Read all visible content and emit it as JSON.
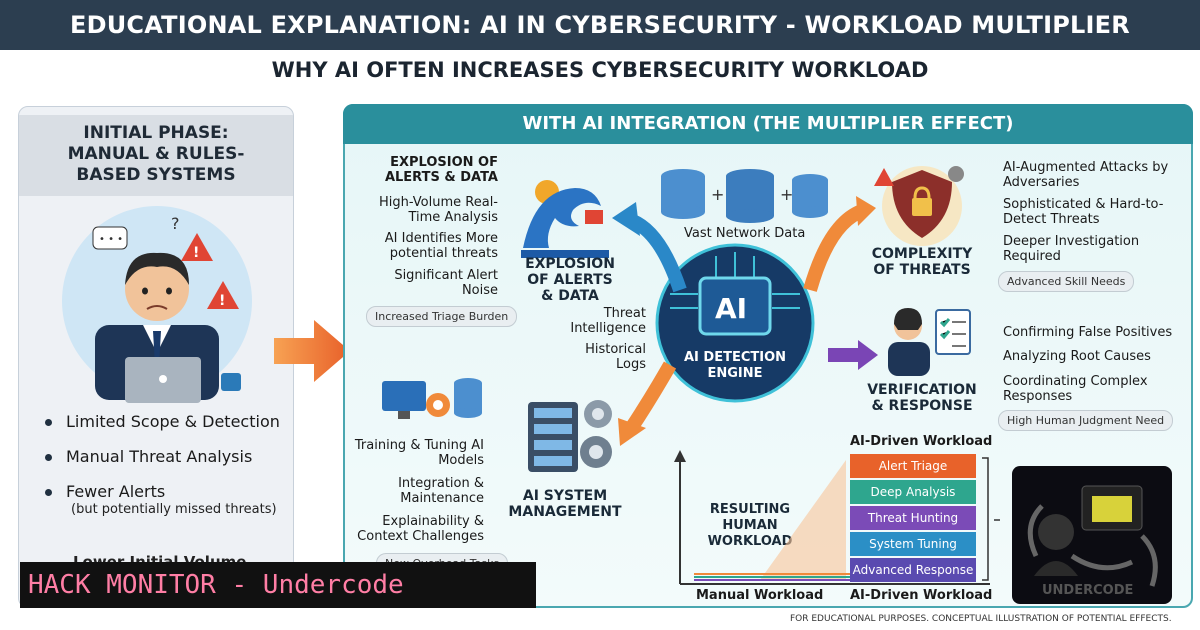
{
  "title": "EDUCATIONAL EXPLANATION: AI IN CYBERSECURITY - WORKLOAD MULTIPLIER",
  "subtitle": "WHY AI OFTEN INCREASES CYBERSECURITY WORKLOAD",
  "left": {
    "title": [
      "INITIAL PHASE:",
      "MANUAL & RULES-",
      "BASED SYSTEMS"
    ],
    "bullets": [
      "Limited Scope & Detection",
      "Manual Threat Analysis",
      "Fewer Alerts"
    ],
    "bullet_note": "(but potentially missed threats)",
    "cut_text": "Lower Initial Volume"
  },
  "right": {
    "header": "WITH AI INTEGRATION (THE MULTIPLIER EFFECT)",
    "alerts_labels": [
      "EXPLOSION OF ALERTS & DATA",
      "High-Volume Real-Time Analysis",
      "AI Identifies More potential threats",
      "Significant Alert Noise"
    ],
    "alerts_tag": "Increased Triage Burden",
    "alerts_center": "EXPLOSION OF ALERTS & DATA",
    "network_data": "Vast Network Data",
    "threat_intel": "Threat Intelligence",
    "historical_logs": "Historical Logs",
    "ai_chip": "AI",
    "ai_engine": "AI DETECTION ENGINE",
    "complexity_title": "COMPLEXITY OF THREATS",
    "complexity_items": [
      "AI-Augmented Attacks by Adversaries",
      "Sophisticated & Hard-to-Detect Threats",
      "Deeper Investigation Required"
    ],
    "complexity_tag": "Advanced Skill Needs",
    "verification_title": "VERIFICATION & RESPONSE",
    "verification_items": [
      "Confirming False Positives",
      "Analyzing Root Causes",
      "Coordinating Complex Responses"
    ],
    "verification_tag": "High Human Judgment Need",
    "system_mgmt_title": "AI SYSTEM MANAGEMENT",
    "system_items": [
      "Training & Tuning AI Models",
      "Integration & Maintenance",
      "Explainability & Context Challenges"
    ],
    "system_tag": "New Overhead Tasks",
    "workload_title": "AI-Driven Workload",
    "resulting_label": "RESULTING HUMAN WORKLOAD",
    "stack": [
      "Alert Triage",
      "Deep Analysis",
      "Threat Hunting",
      "System Tuning",
      "Advanced Response"
    ],
    "stack_colors": [
      "#e8622a",
      "#2ea68e",
      "#7b4bb7",
      "#2b8fc6",
      "#5a4ab0"
    ],
    "axis_left": "Manual Workload",
    "axis_right": "AI-Driven Workload",
    "logo": "UNDERCODE"
  },
  "watermark": "HACK MONITOR - Undercode",
  "footnote": "FOR EDUCATIONAL PURPOSES. CONCEPTUAL ILLUSTRATION OF POTENTIAL EFFECTS.",
  "colors": {
    "title_bg": "#2c3e50",
    "accent_teal": "#2a8f9c",
    "arrow_orange": "#f08a3a",
    "arrow_blue": "#2a7fc0",
    "arrow_purple": "#7a45b5"
  }
}
